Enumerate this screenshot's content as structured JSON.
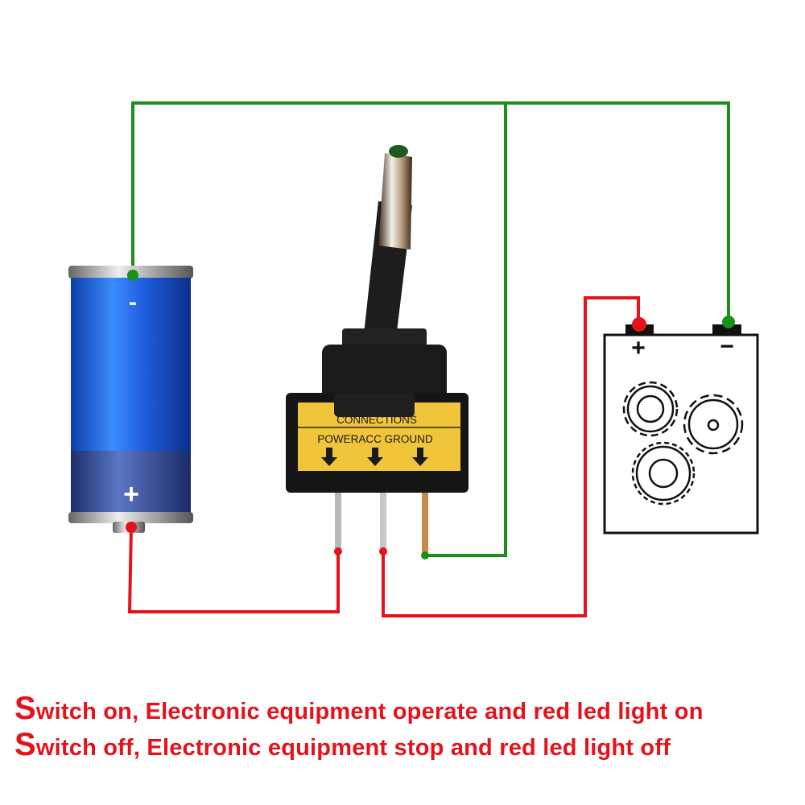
{
  "switch_label": {
    "title": "CONNECTIONS",
    "terminals": "POWERACC GROUND"
  },
  "battery": {
    "negative": "-",
    "positive": "+"
  },
  "load": {
    "positive": "+",
    "negative": "−",
    "icon": "gears-icon"
  },
  "captions": [
    {
      "first": "S",
      "rest": "witch on, Electronic equipment operate and red led light on"
    },
    {
      "first": "S",
      "rest": "witch off, Electronic equipment stop and red led light off"
    }
  ],
  "colors": {
    "wire_positive": "#e5121b",
    "wire_ground": "#1a8f1a",
    "battery": "#1f5fe0",
    "label": "#f0c53a"
  }
}
